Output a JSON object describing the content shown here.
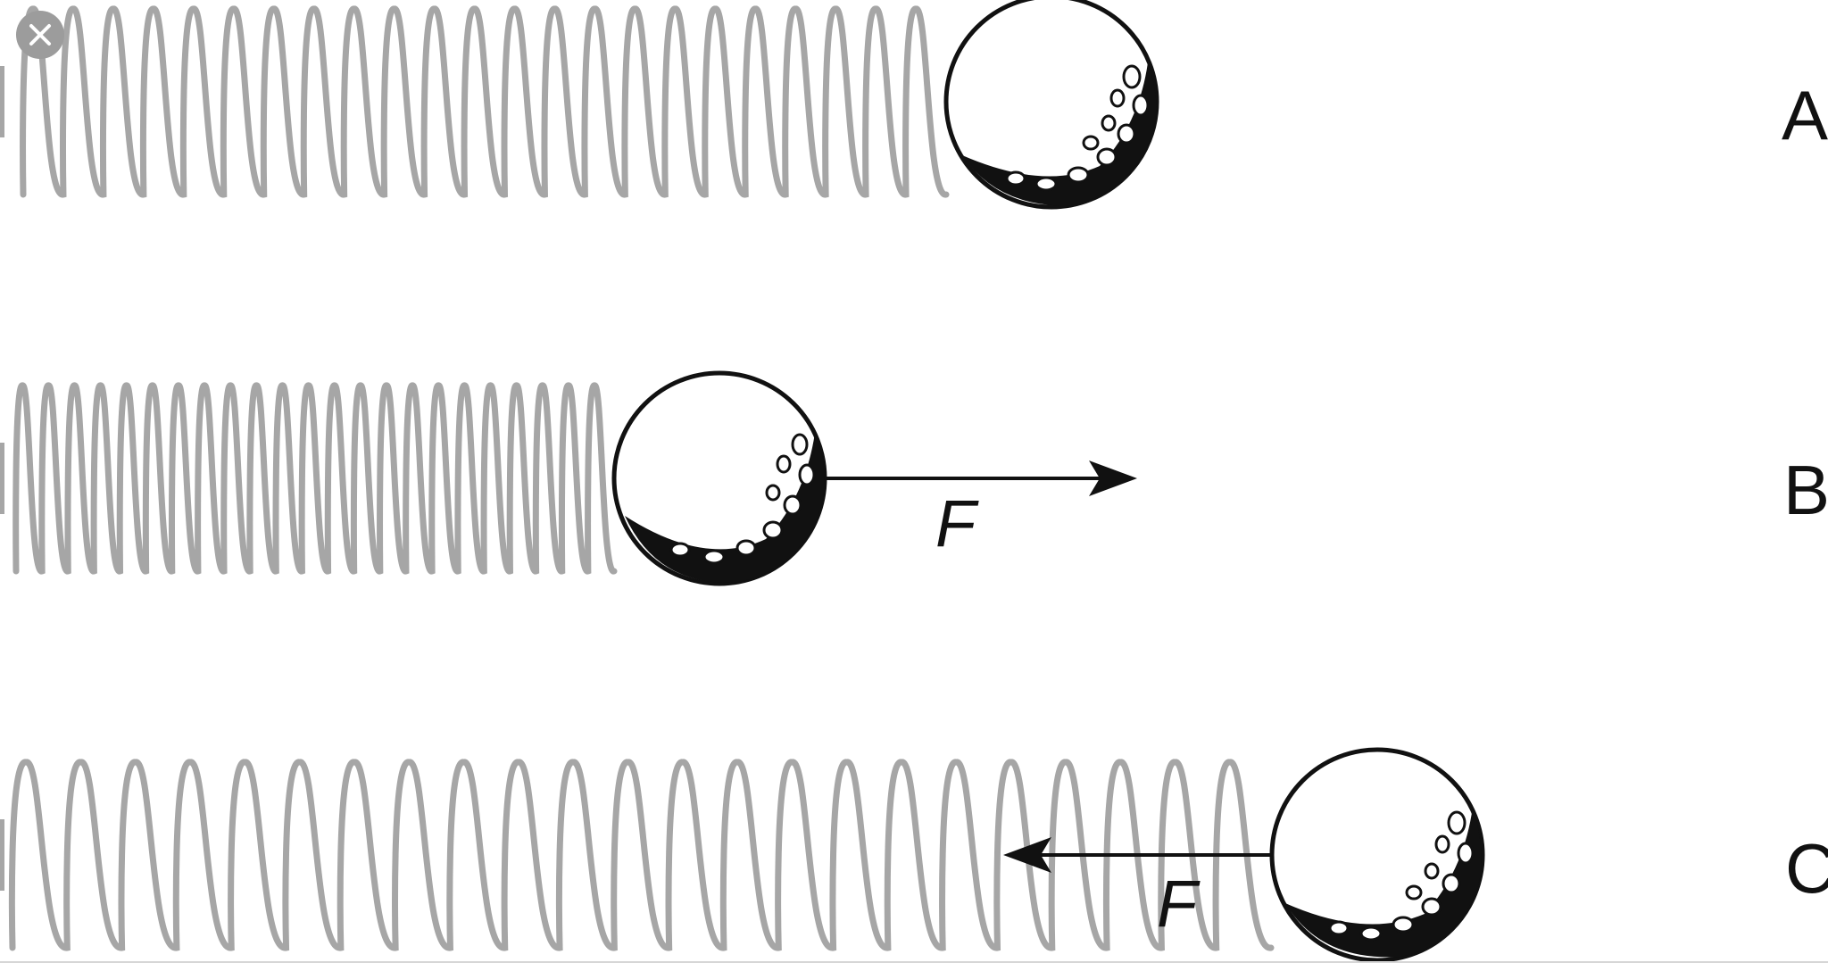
{
  "diagram": {
    "rows": [
      {
        "id": "A",
        "label": "A",
        "state": "equilibrium",
        "force": null
      },
      {
        "id": "B",
        "label": "B",
        "state": "compressed",
        "force": {
          "label": "F",
          "direction": "right"
        }
      },
      {
        "id": "C",
        "label": "C",
        "state": "stretched",
        "force": {
          "label": "F",
          "direction": "left"
        }
      }
    ],
    "colors": {
      "spring": "#a6a6a6",
      "ink": "#111111",
      "ball": "#ffffff"
    },
    "close_button": {
      "icon": "close-icon"
    }
  }
}
